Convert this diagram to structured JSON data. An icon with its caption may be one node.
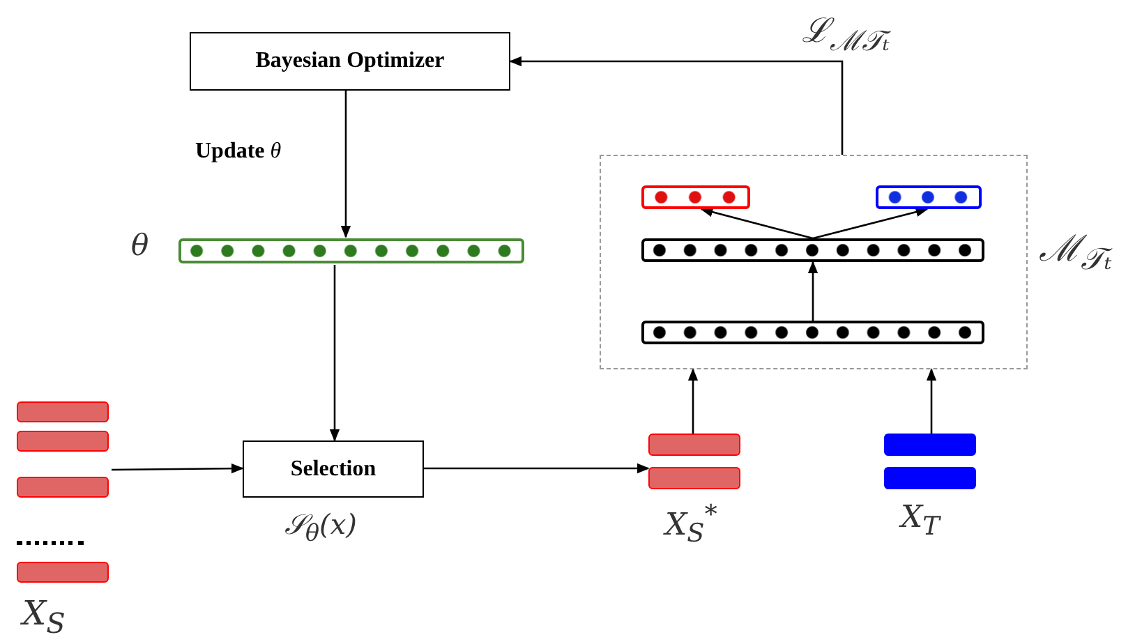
{
  "diagram": {
    "nodes": [
      {
        "text": [
          "Bayesian Optimizer"
        ]
      },
      {
        "text": [
          "θ"
        ]
      },
      {
        "text": [
          "Selection"
        ],
        "beside": [
          "𝒮$_{θ}$(x)"
        ]
      },
      {
        "text": [
          "X$_{S}$"
        ]
      },
      {
        "text": [
          "ℳ$_{𝒯ₜ}$"
        ]
      },
      {
        "text": [],
        "shape": "bar",
        "in": 4
      },
      {
        "text": [],
        "shape": "bar",
        "in": 4
      },
      {
        "text": [],
        "shape": "bar",
        "in": 4
      },
      {
        "text": [],
        "shape": "bar",
        "in": 4
      },
      {
        "text": [
          "X$_{S}$$^{*}$"
        ]
      },
      {
        "text": [
          "X$_{T}$"
        ]
      }
    ],
    "edges": [
      {
        "from": 4,
        "to": 0,
        "arrow": "to",
        "label": "ℒ$_{ℳ𝒯ₜ}$"
      },
      {
        "from": 0,
        "to": 1,
        "arrow": "to",
        "label": "**Update** *θ*"
      },
      {
        "from": 1,
        "to": 2,
        "arrow": "to"
      },
      {
        "from": 3,
        "to": 2,
        "arrow": "to"
      },
      {
        "from": 2,
        "to": 9,
        "arrow": "to"
      },
      {
        "from": 9,
        "to": 4,
        "arrow": "to"
      },
      {
        "from": 10,
        "to": 4,
        "arrow": "to"
      },
      {
        "from": 8,
        "to": 7,
        "arrow": "to"
      },
      {
        "from": 7,
        "to": 5,
        "arrow": "to"
      },
      {
        "from": 7,
        "to": 6,
        "arrow": "to"
      }
    ]
  }
}
